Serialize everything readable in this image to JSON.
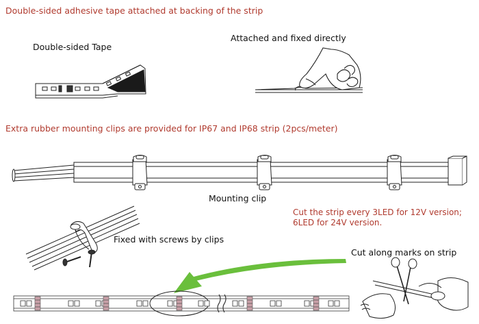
{
  "colors": {
    "heading": "#b03a2e",
    "note": "#c0392b",
    "label": "#111111",
    "arrow": "#6abf3c"
  },
  "section1": {
    "heading": "Double-sided adhesive tape attached at backing of the strip",
    "tape_label": "Double-sided Tape",
    "fixed_label": "Attached and fixed directly"
  },
  "section2": {
    "heading": "Extra rubber mounting clips are provided for IP67 and IP68 strip (2pcs/meter)",
    "clip_label": "Mounting clip",
    "cut_note_line1": "Cut the strip every 3LED for 12V version;",
    "cut_note_line2": "6LED for 24V version.",
    "screws_label": "Fixed with screws by clips",
    "cut_marks_label": "Cut along marks on strip"
  },
  "icons": [
    "tape-strip-illustration",
    "hand-press-illustration",
    "strip-with-clips-illustration",
    "clip-screw-illustration",
    "green-arrow-icon",
    "scissors-hand-illustration",
    "led-strip-cut-marks"
  ]
}
